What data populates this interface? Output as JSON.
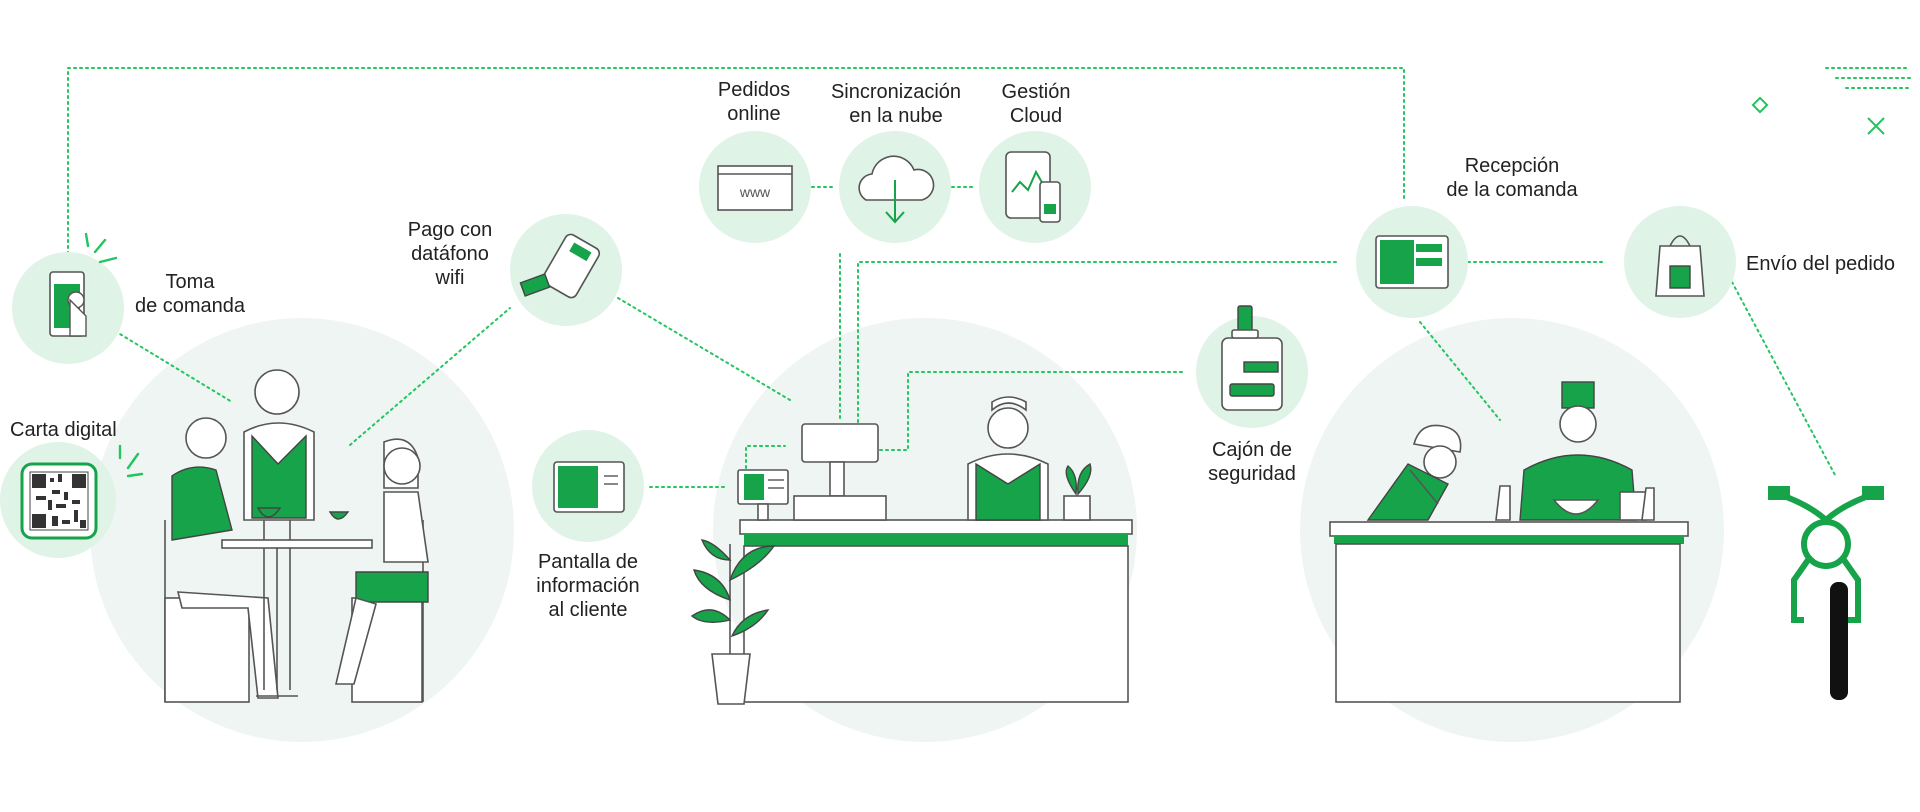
{
  "colors": {
    "green": "#16a34a",
    "bright_green": "#22c55e",
    "circle_light": "#dff3e6",
    "circle_big": "#eff5f2",
    "line": "#555555"
  },
  "labels": {
    "toma_comanda": "Toma\nde comanda",
    "carta_digital": "Carta digital",
    "pago_datafono": "Pago con\ndatáfono\nwifi",
    "pedidos_online": "Pedidos\nonline",
    "sincronizacion": "Sincronización\nen la nube",
    "gestion_cloud": "Gestión\nCloud",
    "pantalla_info": "Pantalla de\ninformación\nal cliente",
    "cajon_seguridad": "Cajón de\nseguridad",
    "recepcion_comanda": "Recepción\nde la comanda",
    "envio_pedido": "Envío del pedido"
  },
  "icons": {
    "www_text": "www"
  }
}
